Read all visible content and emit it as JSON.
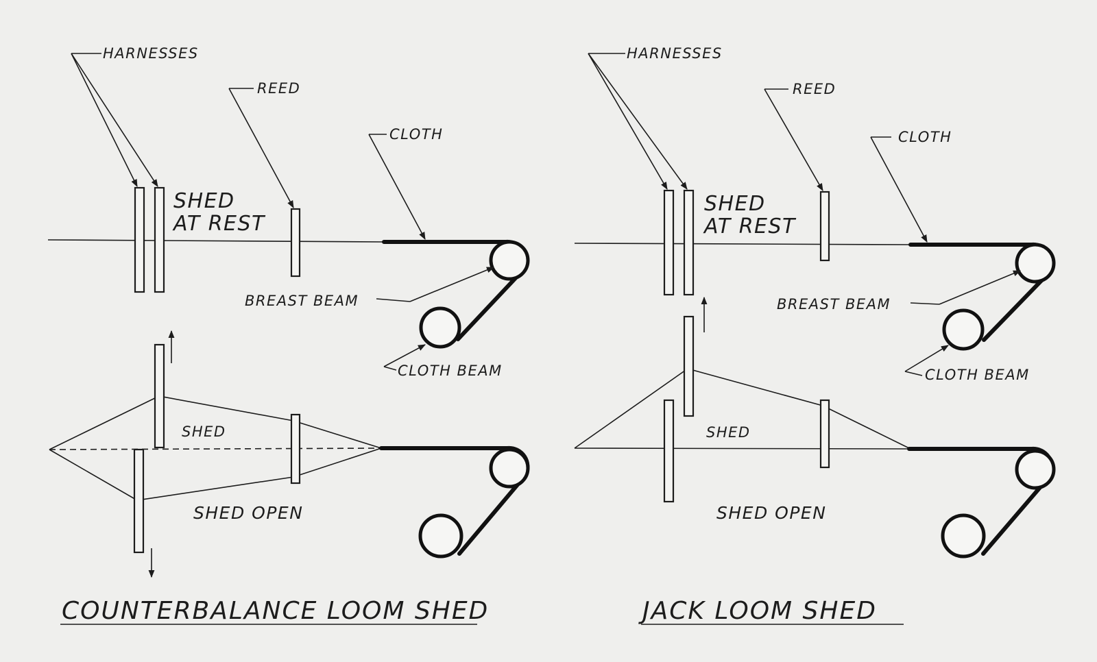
{
  "left": {
    "label_harnesses": "HARNESSES",
    "label_reed": "REED",
    "label_cloth": "CLOTH",
    "label_shed_at_rest_1": "SHED",
    "label_shed_at_rest_2": "AT REST",
    "label_breast_beam": "BREAST BEAM",
    "label_cloth_beam": "CLOTH BEAM",
    "label_shed": "SHED",
    "label_shed_open": "SHED OPEN",
    "title": "COUNTERBALANCE LOOM SHED"
  },
  "right": {
    "label_harnesses": "HARNESSES",
    "label_reed": "REED",
    "label_cloth": "CLOTH",
    "label_shed_at_rest_1": "SHED",
    "label_shed_at_rest_2": "AT REST",
    "label_breast_beam": "BREAST BEAM",
    "label_cloth_beam": "CLOTH BEAM",
    "label_shed": "SHED",
    "label_shed_open": "SHED OPEN",
    "title": "JACK LOOM SHED"
  }
}
